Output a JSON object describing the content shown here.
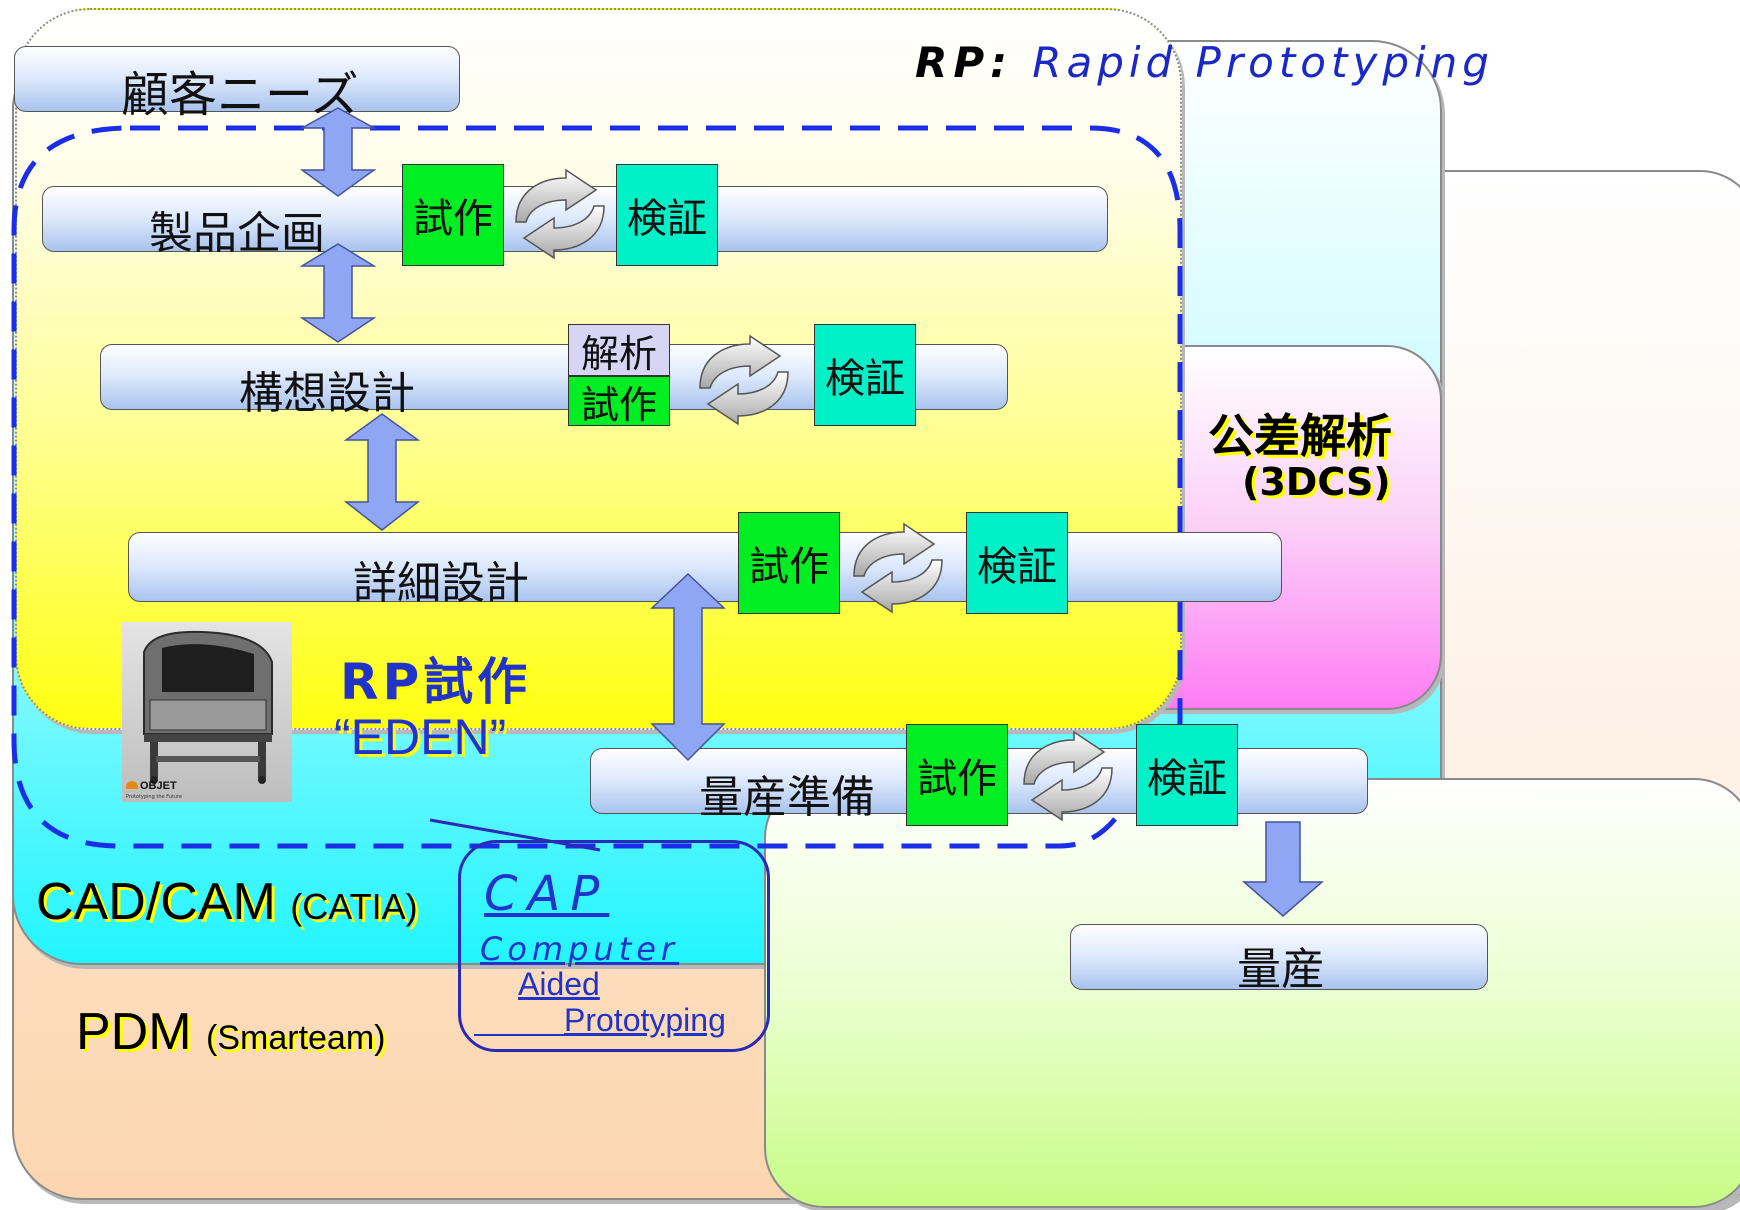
{
  "layers": {
    "pdm": {
      "title": "PDM",
      "sub": "(Smarteam)"
    },
    "cad": {
      "title": "CAD/CAM",
      "sub": "(CATIA)"
    },
    "tolerance": {
      "title": "公差解析",
      "sub": "(3DCS)"
    },
    "rp_header": {
      "abbr": "RP:",
      "full": "Rapid Prototyping"
    }
  },
  "process": {
    "customer_needs": "顧客ニーズ",
    "product_planning": "製品企画",
    "concept_design": "構想設計",
    "detail_design": "詳細設計",
    "mass_prep": "量産準備",
    "mass_production": "量産"
  },
  "boxes": {
    "prototype": "試作",
    "verify": "検証",
    "analysis": "解析"
  },
  "rp_machine": {
    "title": "RP試作",
    "name": "“EDEN”",
    "logo": "OBJET",
    "tagline": "Prototyping the Future"
  },
  "cap": {
    "abbr": "CAP",
    "line1": "Computer",
    "line2": "Aided",
    "line3": "Prototyping"
  },
  "colors": {
    "dashed_border": "#1a2ee8",
    "arrow_fill": "#8ea6f4",
    "text_blue": "#2233cc"
  }
}
